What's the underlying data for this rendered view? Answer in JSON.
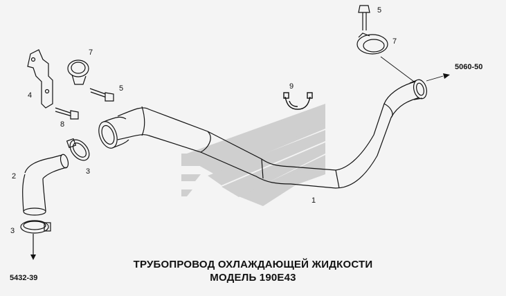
{
  "title": {
    "line1": "ТРУБОПРОВОД ОХЛАЖДАЮЩЕЙ ЖИДКОСТИ",
    "line2": "МОДЕЛЬ 190Е43"
  },
  "references": {
    "top_right": "5060-50",
    "bottom_left": "5432-39"
  },
  "callouts": {
    "main_pipe": "1",
    "hose": "2",
    "clamp_upper": "3",
    "clamp_lower": "3",
    "bracket": "4",
    "bolt_left": "5",
    "bolt_top": "5",
    "clamp_left": "7",
    "clamp_top": "7",
    "bolt_small": "8",
    "pipe_clip": "9"
  },
  "colors": {
    "background": "#f4f4f4",
    "line": "#111111",
    "watermark": "#c9c9c9"
  }
}
